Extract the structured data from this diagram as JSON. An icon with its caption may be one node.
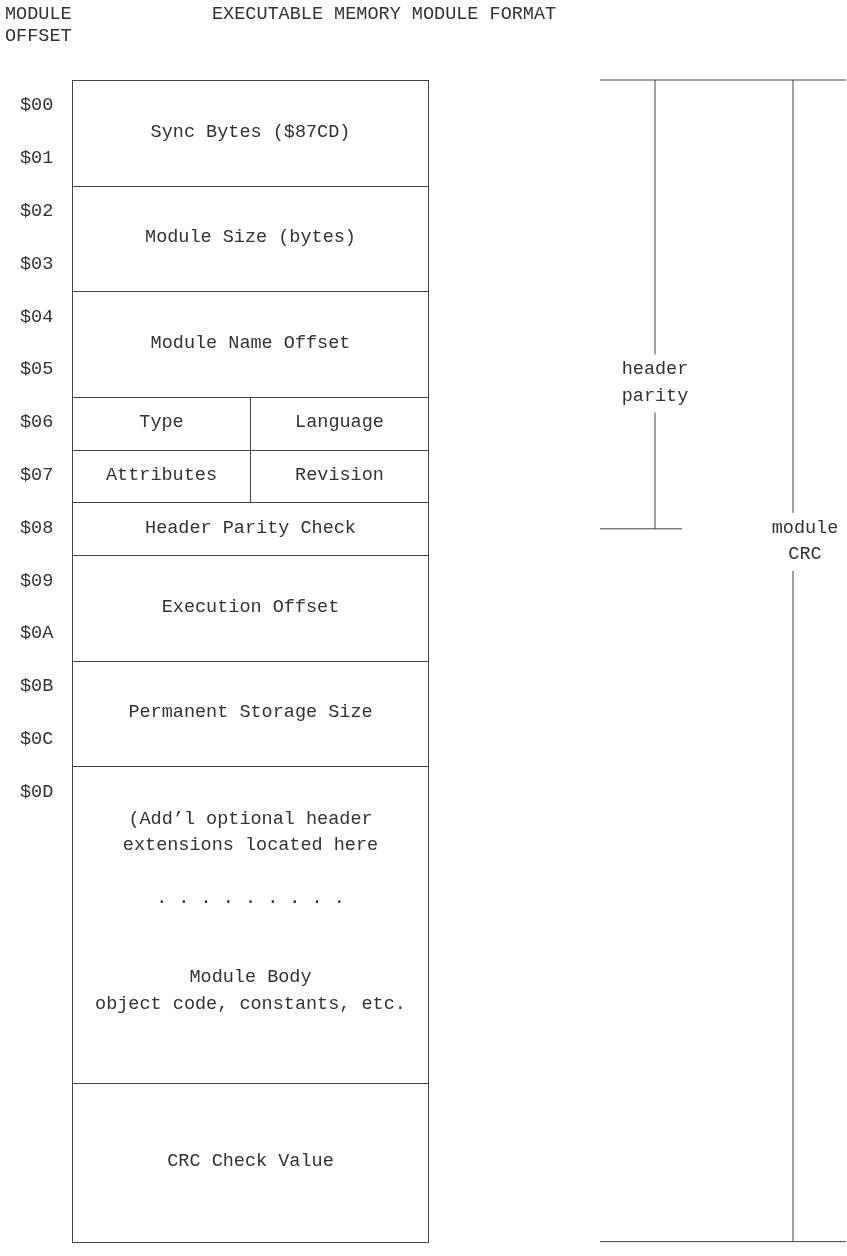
{
  "diagram": {
    "title": "EXECUTABLE MEMORY MODULE FORMAT",
    "nodes": [
      {
        "text": [
          "Sync Bytes ($87CD)"
        ]
      },
      {
        "text": [
          "Module Size (bytes)"
        ]
      },
      {
        "text": [
          "Module Name Offset"
        ]
      },
      {
        "text": [
          "Type"
        ]
      },
      {
        "text": [
          "Language"
        ]
      },
      {
        "text": [
          "Attributes"
        ]
      },
      {
        "text": [
          "Revision"
        ]
      },
      {
        "text": [
          "Header Parity Check"
        ]
      },
      {
        "text": [
          "Execution Offset"
        ]
      },
      {
        "text": [
          "Permanent Storage Size"
        ]
      },
      {
        "text": [
          "(Add’l optional header extensions located here",
          ". . . . . . . . .",
          "Module Body",
          "object code, constants, etc."
        ]
      },
      {
        "text": [
          "CRC Check Value"
        ]
      }
    ],
    "labels": [
      "MODULE OFFSET",
      "$00",
      "$01",
      "$02",
      "$03",
      "$04",
      "$05",
      "$06",
      "$07",
      "$08",
      "$09",
      "$0A",
      "$0B",
      "$0C",
      "$0D",
      "header parity",
      "module CRC"
    ]
  }
}
